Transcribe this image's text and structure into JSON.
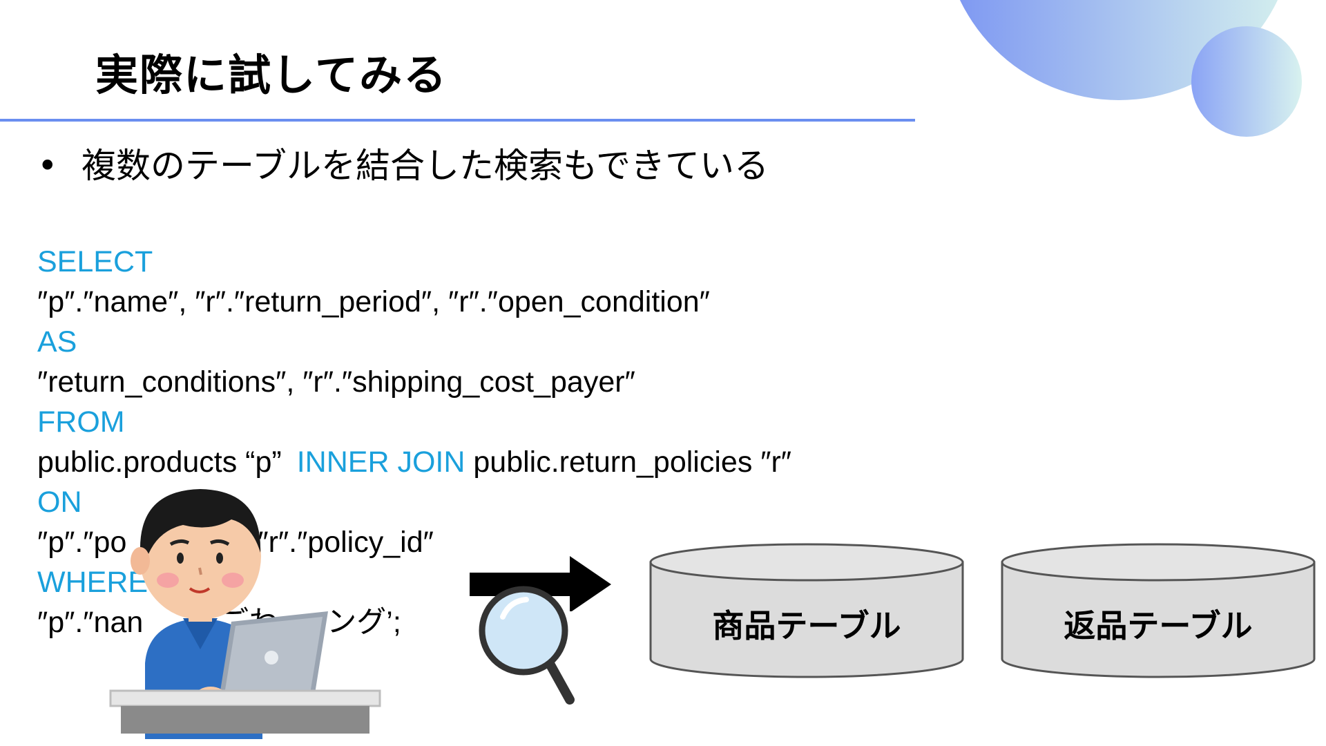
{
  "slide": {
    "title": "実際に試してみる",
    "bullet_symbol": "•",
    "bullet_text": "複数のテーブルを結合した検索もできている"
  },
  "sql": {
    "select_kw": "SELECT",
    "select_cols": "″p″.″name″, ″r″.″return_period″, ″r″.″open_condition″",
    "as_kw": "AS",
    "as_cols": "″return_conditions″, ″r″.″shipping_cost_payer″",
    "from_kw": "FROM",
    "from_left": "public.products “p”",
    "join_kw": "INNER JOIN",
    "from_right": "public.return_policies ″r″",
    "on_kw": "ON",
    "on_cond_left": "″p″.″po",
    "on_cond_right": "″r″.″policy_id″",
    "where_kw": "WHERE",
    "where_cond_left": "″p″.″nan",
    "where_cond_right": "ごわ",
    "where_cond_tail": "ング’;"
  },
  "databases": [
    {
      "label": "商品テーブル"
    },
    {
      "label": "返品テーブル"
    }
  ],
  "colors": {
    "accent": "#6a8ef0",
    "keyword": "#1aa0dc",
    "db_fill": "#dcdcdc",
    "db_stroke": "#555555"
  },
  "icons": {
    "person": "person-at-laptop-icon",
    "arrow": "arrow-right-icon",
    "magnifier": "magnifier-icon"
  }
}
